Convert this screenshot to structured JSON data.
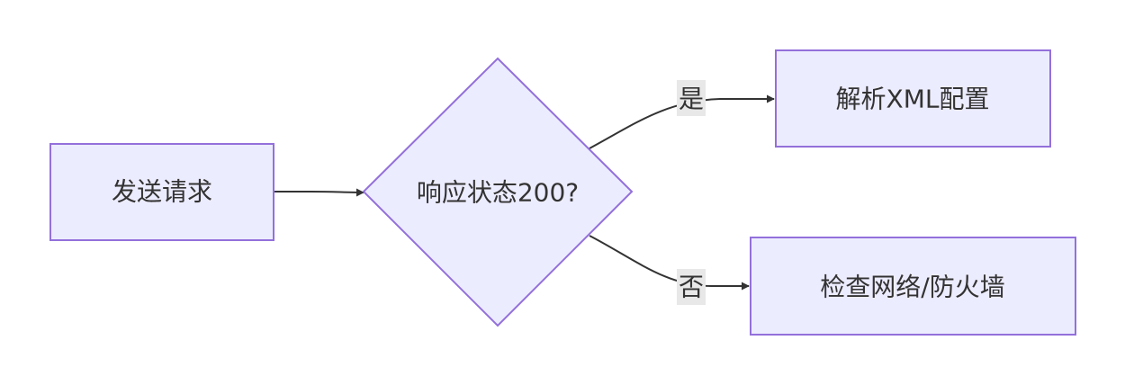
{
  "nodes": {
    "send_request": {
      "label": "发送请求"
    },
    "decision": {
      "label": "响应状态200?"
    },
    "parse_xml": {
      "label": "解析XML配置"
    },
    "check_network": {
      "label": "检查网络/防火墙"
    }
  },
  "edges": {
    "yes": {
      "label": "是"
    },
    "no": {
      "label": "否"
    }
  },
  "colors": {
    "node_fill": "#ececff",
    "node_stroke": "#9370db",
    "edge": "#333333",
    "edge_label_bg": "#e8e8e8"
  }
}
